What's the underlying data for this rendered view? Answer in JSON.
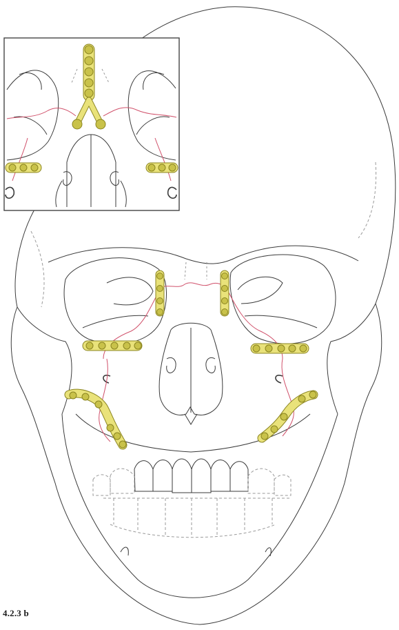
{
  "figure": {
    "caption": "4.2.3 b"
  },
  "colors": {
    "line": "#3a3a3a",
    "dashed": "#9a9a9a",
    "fracture": "#d0506a",
    "plate_fill": "#e9e27a",
    "plate_stroke": "#8a8420",
    "screw": "#6b6a1c",
    "inset_border": "#444444"
  },
  "illustration": {
    "subject": "skull-frontal-view-with-miniplate-fixation",
    "inset": "nasal-root-detail"
  }
}
